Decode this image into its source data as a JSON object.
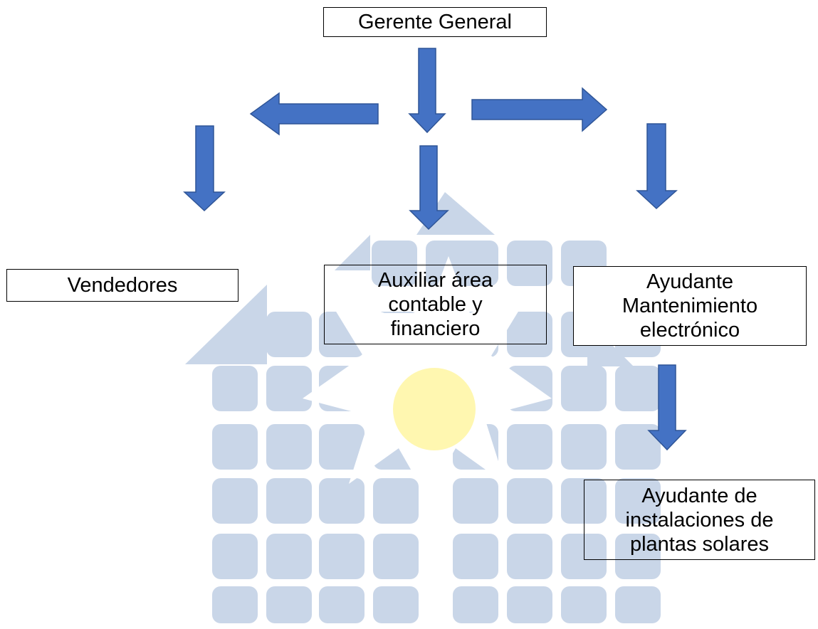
{
  "diagram": {
    "nodes": {
      "gerente": "Gerente General",
      "vendedores": "Vendedores",
      "auxiliar": "Auxiliar área\ncontable y\nfinanciero",
      "ayudante_mant": "Ayudante\nMantenimiento\nelectrónico",
      "ayudante_inst": "Ayudante de\ninstalaciones de\nplantas solares"
    },
    "edges": [
      {
        "from": "gerente",
        "to": "vendedores"
      },
      {
        "from": "gerente",
        "to": "auxiliar"
      },
      {
        "from": "gerente",
        "to": "ayudante_mant"
      },
      {
        "from": "ayudante_mant",
        "to": "ayudante_inst"
      }
    ],
    "colors": {
      "arrow_fill": "#4472C4",
      "arrow_stroke": "#2F5597",
      "watermark_tile": "#C9D6E8",
      "watermark_sun": "#FFF7B0",
      "box_border": "#000000"
    },
    "watermark_logo": "solar-house-logo"
  }
}
